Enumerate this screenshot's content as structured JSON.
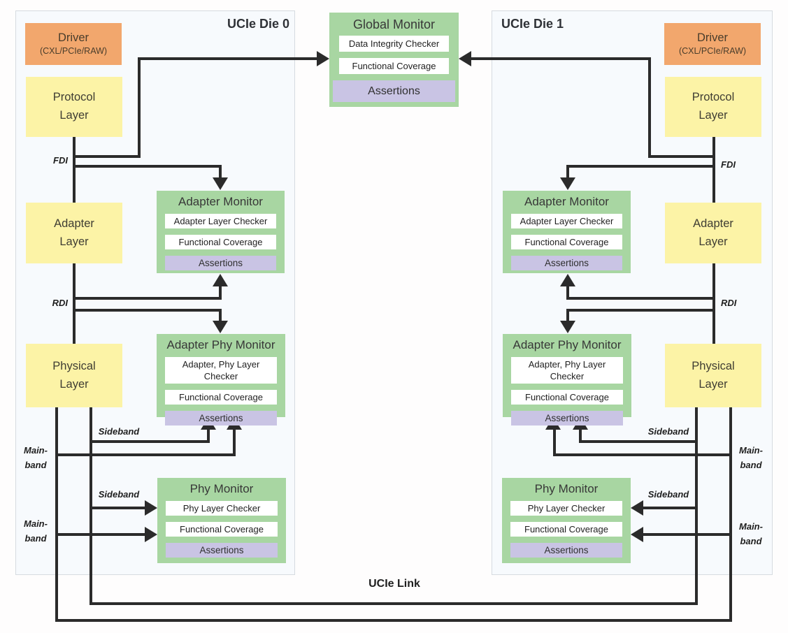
{
  "colors": {
    "die_fill": "#f7fafd",
    "die_border": "#d6dbe0",
    "driver_fill": "#f2a76d",
    "layer_fill": "#fcf3a6",
    "monitor_fill": "#a8d6a2",
    "assertions_fill": "#c9c4e4",
    "line": "#2b2b2b"
  },
  "dies": {
    "die0": {
      "title": "UCIe Die 0"
    },
    "die1": {
      "title": "UCIe Die 1"
    }
  },
  "blocks": {
    "driver": {
      "label": "Driver",
      "sublabel": "(CXL/PCIe/RAW)"
    },
    "protocol": {
      "line1": "Protocol",
      "line2": "Layer"
    },
    "adapter": {
      "line1": "Adapter",
      "line2": "Layer"
    },
    "physical": {
      "line1": "Physical",
      "line2": "Layer"
    }
  },
  "monitors": {
    "global": {
      "title": "Global Monitor",
      "row1": "Data Integrity Checker",
      "row2": "Functional Coverage",
      "assertions": "Assertions"
    },
    "adapter": {
      "title": "Adapter Monitor",
      "row1": "Adapter Layer Checker",
      "row2": "Functional Coverage",
      "assertions": "Assertions"
    },
    "adapter_phy": {
      "title": "Adapter Phy Monitor",
      "row1": "Adapter, Phy Layer Checker",
      "row2": "Functional Coverage",
      "assertions": "Assertions"
    },
    "phy": {
      "title": "Phy Monitor",
      "row1": "Phy Layer Checker",
      "row2": "Functional Coverage",
      "assertions": "Assertions"
    }
  },
  "interface_labels": {
    "fdi": "FDI",
    "rdi": "RDI",
    "sideband": "Sideband",
    "mainband_line1": "Main-",
    "mainband_line2": "band"
  },
  "link_label": "UCIe Link"
}
